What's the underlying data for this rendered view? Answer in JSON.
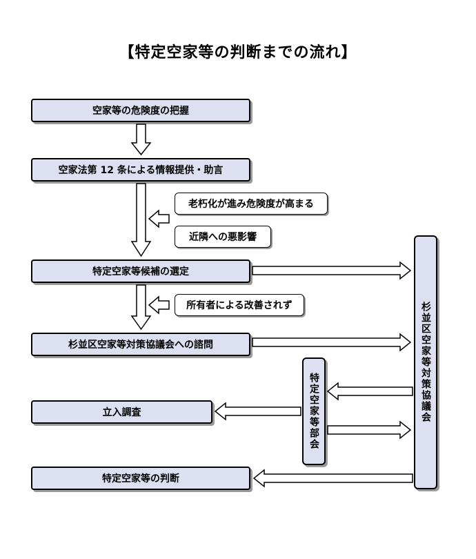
{
  "title": "【特定空家等の判断までの流れ】",
  "steps": [
    "空家等の危険度の把握",
    "空家法第 12 条による情報提供・助言",
    "特定空家等候補の選定",
    "杉並区空家等対策協議会への諮問",
    "立入調査",
    "特定空家等の判断"
  ],
  "notes": [
    "老朽化が進み危険度が高まる",
    "近隣への悪影響",
    "所有者による改善されず"
  ],
  "council": "杉並区空家等対策協議会",
  "subcommittee": "特定空家等部会"
}
